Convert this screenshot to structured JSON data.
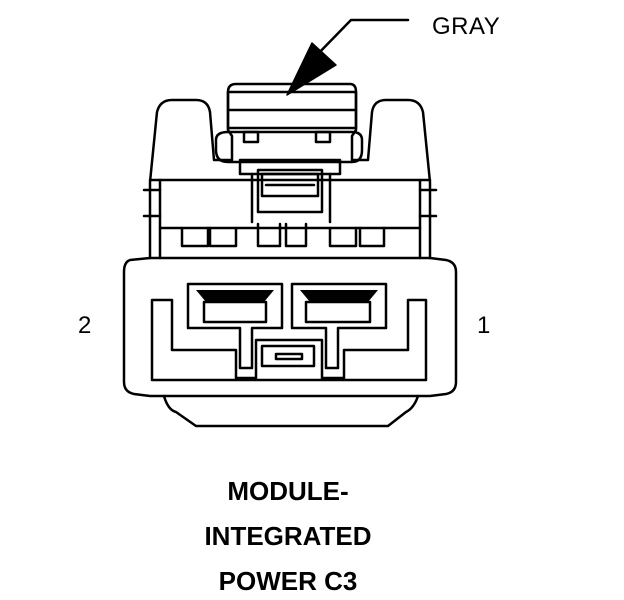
{
  "connector": {
    "wire_color_label": "GRAY",
    "pins": {
      "left": "2",
      "right": "1"
    },
    "title_lines": [
      "MODULE-",
      "INTEGRATED",
      "POWER C3"
    ]
  }
}
